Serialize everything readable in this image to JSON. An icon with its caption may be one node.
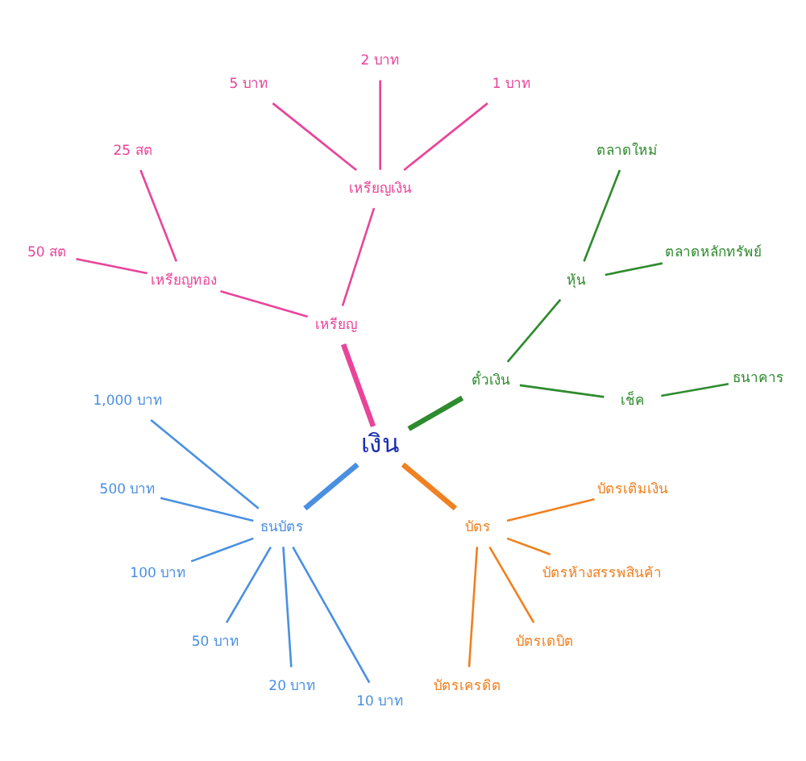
{
  "diagram": {
    "nodes": [
      {
        "text": [
          "เงิน"
        ]
      },
      {
        "text": [
          "ตั๋วเงิน"
        ]
      },
      {
        "text": [
          "เช็ค"
        ]
      },
      {
        "text": [
          "ธนาคาร"
        ]
      },
      {
        "text": [
          "หุ้น"
        ]
      },
      {
        "text": [
          "ตลาดหลักทรัพย์"
        ]
      },
      {
        "text": [
          "ตลาดใหม่"
        ]
      },
      {
        "text": [
          "เหรียญ"
        ]
      },
      {
        "text": [
          "เหรียญเงิน"
        ]
      },
      {
        "text": [
          "1 บาท"
        ]
      },
      {
        "text": [
          "2 บาท"
        ]
      },
      {
        "text": [
          "5 บาท"
        ]
      },
      {
        "text": [
          "เหรียญทอง"
        ]
      },
      {
        "text": [
          "25 สต"
        ]
      },
      {
        "text": [
          "50 สต"
        ]
      },
      {
        "text": [
          "ธนบัตร"
        ]
      },
      {
        "text": [
          "1,000 บาท"
        ]
      },
      {
        "text": [
          "500 บาท"
        ]
      },
      {
        "text": [
          "100 บาท"
        ]
      },
      {
        "text": [
          "50 บาท"
        ]
      },
      {
        "text": [
          "20 บาท"
        ]
      },
      {
        "text": [
          "10 บาท"
        ]
      },
      {
        "text": [
          "บัตร"
        ]
      },
      {
        "text": [
          "บัตรเครดิต"
        ]
      },
      {
        "text": [
          "บัตรเดบิต"
        ]
      },
      {
        "text": [
          "บัตรห้างสรรพสินค้า"
        ]
      },
      {
        "text": [
          "บัตรเติมเงิน"
        ]
      }
    ],
    "edges": [
      {
        "from": 0,
        "to": 1,
        "arrow": "none",
        "style": "thick",
        "color": "#2e8b2e"
      },
      {
        "from": 1,
        "to": 2,
        "arrow": "none",
        "color": "#2e8b2e"
      },
      {
        "from": 2,
        "to": 3,
        "arrow": "none",
        "color": "#2e8b2e"
      },
      {
        "from": 1,
        "to": 4,
        "arrow": "none",
        "color": "#2e8b2e"
      },
      {
        "from": 4,
        "to": 5,
        "arrow": "none",
        "color": "#2e8b2e"
      },
      {
        "from": 4,
        "to": 6,
        "arrow": "none",
        "color": "#2e8b2e"
      },
      {
        "from": 0,
        "to": 7,
        "arrow": "none",
        "style": "thick",
        "color": "#e8459a"
      },
      {
        "from": 7,
        "to": 8,
        "arrow": "none",
        "color": "#e8459a"
      },
      {
        "from": 8,
        "to": 9,
        "arrow": "none",
        "color": "#e8459a"
      },
      {
        "from": 8,
        "to": 10,
        "arrow": "none",
        "color": "#e8459a"
      },
      {
        "from": 8,
        "to": 11,
        "arrow": "none",
        "color": "#e8459a"
      },
      {
        "from": 7,
        "to": 12,
        "arrow": "none",
        "color": "#e8459a"
      },
      {
        "from": 12,
        "to": 13,
        "arrow": "none",
        "color": "#e8459a"
      },
      {
        "from": 12,
        "to": 14,
        "arrow": "none",
        "color": "#e8459a"
      },
      {
        "from": 0,
        "to": 15,
        "arrow": "none",
        "style": "thick",
        "color": "#4a90e2"
      },
      {
        "from": 15,
        "to": 16,
        "arrow": "none",
        "color": "#4a90e2"
      },
      {
        "from": 15,
        "to": 17,
        "arrow": "none",
        "color": "#4a90e2"
      },
      {
        "from": 15,
        "to": 18,
        "arrow": "none",
        "color": "#4a90e2"
      },
      {
        "from": 15,
        "to": 19,
        "arrow": "none",
        "color": "#4a90e2"
      },
      {
        "from": 15,
        "to": 20,
        "arrow": "none",
        "color": "#4a90e2"
      },
      {
        "from": 15,
        "to": 21,
        "arrow": "none",
        "color": "#4a90e2"
      },
      {
        "from": 0,
        "to": 22,
        "arrow": "none",
        "style": "thick",
        "color": "#f08020"
      },
      {
        "from": 22,
        "to": 23,
        "arrow": "none",
        "color": "#f08020"
      },
      {
        "from": 22,
        "to": 24,
        "arrow": "none",
        "color": "#f08020"
      },
      {
        "from": 22,
        "to": 25,
        "arrow": "none",
        "color": "#f08020"
      },
      {
        "from": 22,
        "to": 26,
        "arrow": "none",
        "color": "#f08020"
      }
    ]
  }
}
